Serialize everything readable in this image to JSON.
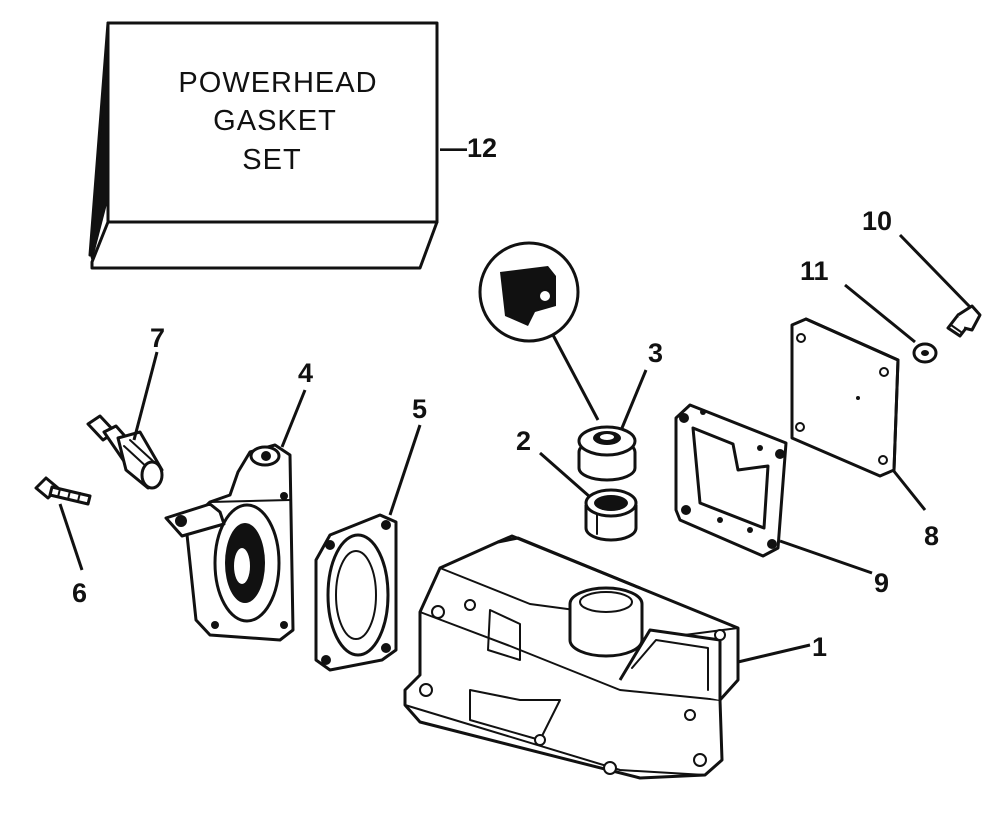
{
  "box": {
    "line1": "POWERHEAD",
    "line2": "GASKET",
    "line3": "SET"
  },
  "callouts": {
    "c1": "1",
    "c2": "2",
    "c3": "3",
    "c4": "4",
    "c5": "5",
    "c6": "6",
    "c7": "7",
    "c8": "8",
    "c9": "9",
    "c10": "10",
    "c11": "11",
    "c12": "—12"
  }
}
